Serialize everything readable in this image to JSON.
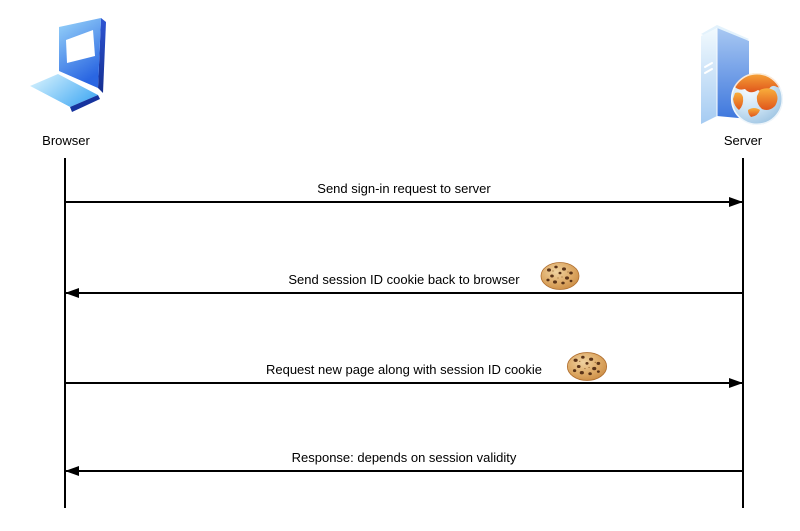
{
  "actors": [
    {
      "id": "browser",
      "label": "Browser",
      "icon": "laptop-icon"
    },
    {
      "id": "server",
      "label": "Server",
      "icon": "server-globe-icon"
    }
  ],
  "messages": [
    {
      "text": "Send sign-in request to server",
      "direction": "right",
      "cookie_icon": false
    },
    {
      "text": "Send session ID cookie back to browser",
      "direction": "left",
      "cookie_icon": true
    },
    {
      "text": "Request new page along with session ID cookie",
      "direction": "right",
      "cookie_icon": true
    },
    {
      "text": "Response: depends on session validity",
      "direction": "left",
      "cookie_icon": false
    }
  ],
  "colors": {
    "line": "#000000",
    "text": "#000000",
    "laptop_blue_light": "#9AD6FA",
    "laptop_blue_dark": "#2A66E2",
    "laptop_edge_dark": "#16339E",
    "server_face_light": "#EFF8FE",
    "server_face_blue": "#3E77DD",
    "globe_ocean": "#98C0E0",
    "globe_land": "#F6921E",
    "cookie_base": "#DCA763",
    "cookie_chip": "#5A3318"
  }
}
